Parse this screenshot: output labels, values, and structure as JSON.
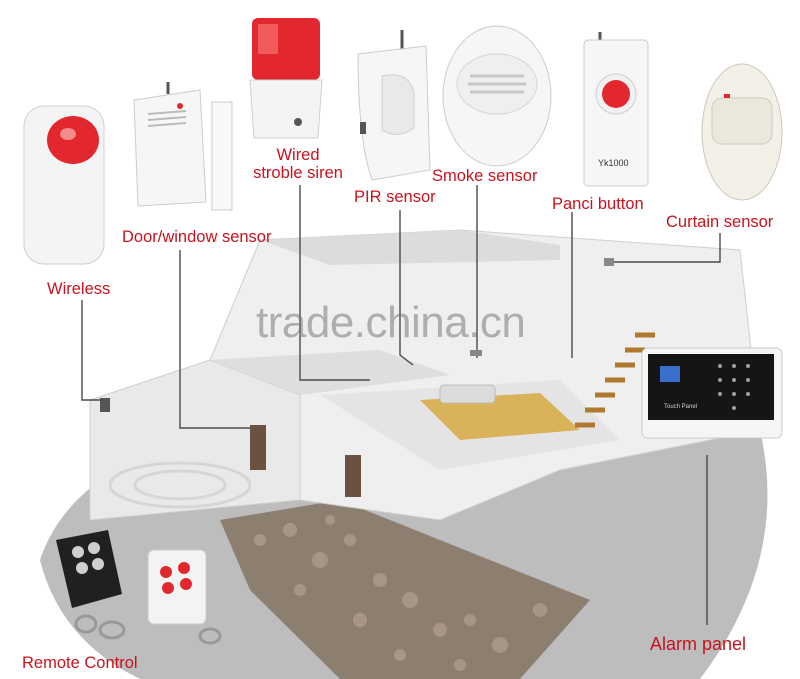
{
  "labels": {
    "wireless": "Wireless",
    "door_window_sensor": "Door/window sensor",
    "wired_line1": "Wired",
    "wired_line2": "stroble siren",
    "pir_sensor": "PIR sensor",
    "smoke_sensor": "Smoke sensor",
    "panic_button": "Panci button",
    "curtain_sensor": "Curtain sensor",
    "remote_control": "Remote Control",
    "alarm_panel": "Alarm panel"
  },
  "device_text": {
    "panic_model": "Yk1000",
    "panel_caption": "Touch Panel"
  },
  "watermark": "trade.china.cn",
  "colors": {
    "label": "#c8141e",
    "alarm_red": "#e2282e",
    "floor_gray": "#b9b9b9",
    "wood": "#d9b35a"
  }
}
